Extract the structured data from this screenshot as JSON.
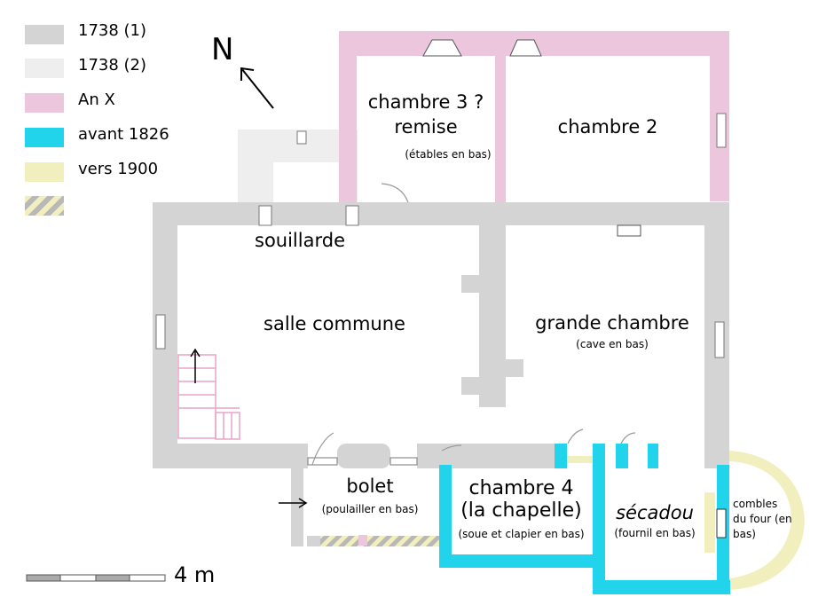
{
  "legend": {
    "items": [
      {
        "label": "1738 (1)",
        "color": "#d4d4d4"
      },
      {
        "label": "1738 (2)",
        "color": "#eeeeee"
      },
      {
        "label": "An X",
        "color": "#ecc6dc"
      },
      {
        "label": "avant 1826",
        "color": "#22d3ec"
      },
      {
        "label": "vers 1900",
        "color": "#f2efbe"
      },
      {
        "label": "",
        "color": "hatched"
      }
    ]
  },
  "compass": {
    "label": "N"
  },
  "scale": {
    "label": "4 m"
  },
  "rooms": {
    "chambre3": {
      "line1": "chambre 3 ?",
      "line2": "remise",
      "sub": "(étables en bas)"
    },
    "chambre2": {
      "name": "chambre 2"
    },
    "souillarde": {
      "name": "souillarde"
    },
    "salle": {
      "name": "salle commune"
    },
    "grande": {
      "name": "grande chambre",
      "sub": "(cave en bas)"
    },
    "bolet": {
      "name": "bolet",
      "sub": "(poulailler en bas)"
    },
    "chambre4": {
      "line1": "chambre 4",
      "line2": "(la chapelle)",
      "sub": "(soue et clapier en bas)"
    },
    "secadou": {
      "name": "sécadou",
      "sub": "(fournil en bas)"
    },
    "combles": {
      "line1": "combles",
      "line2": "du four (en",
      "line3": "bas)"
    }
  }
}
